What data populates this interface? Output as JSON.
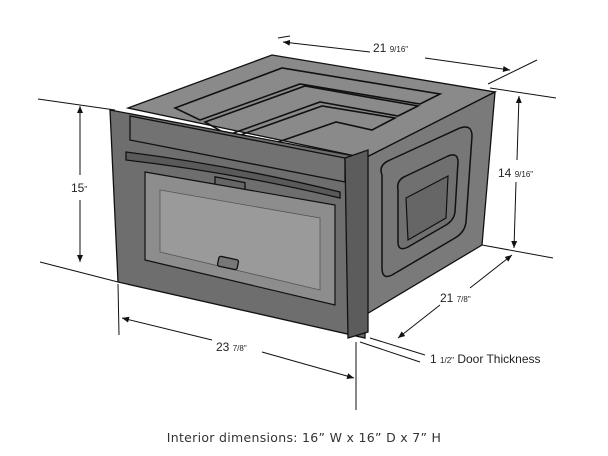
{
  "dimensions": {
    "top_depth": {
      "whole": "21",
      "fraction": "9/16\""
    },
    "side_height": {
      "whole": "14",
      "fraction": "9/16\""
    },
    "side_depth": {
      "whole": "21",
      "fraction": "7/8\""
    },
    "door_thickness": {
      "whole": "1",
      "fraction": "1/2\"",
      "label": "Door Thickness"
    },
    "front_height": {
      "whole": "15",
      "fraction": "\""
    },
    "front_width": {
      "whole": "23",
      "fraction": "7/8\""
    }
  },
  "caption": "Interior dimensions: 16” W x 16” D x 7” H",
  "colors": {
    "body": "#6e6e6e",
    "top": "#8a8a8a",
    "side": "#7a7a7a",
    "line": "#111111"
  }
}
